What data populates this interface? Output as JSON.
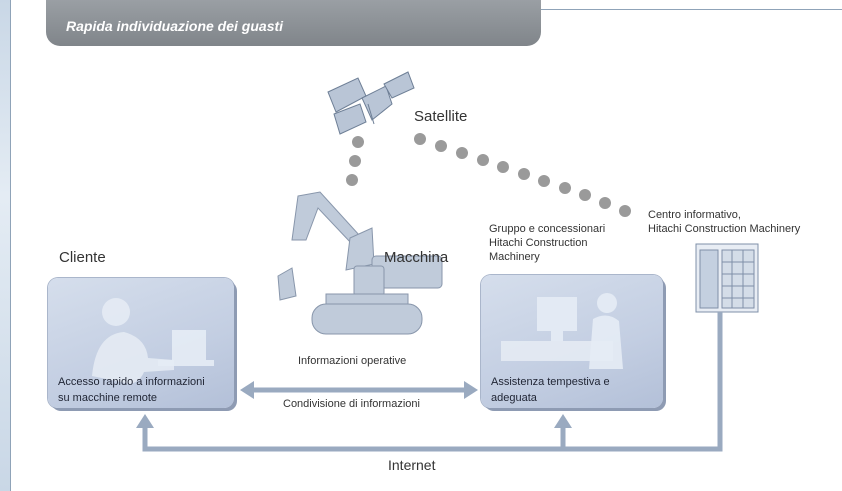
{
  "header": {
    "title": "Rapida individuazione dei guasti"
  },
  "nodes": {
    "satellite": "Satellite",
    "cliente": "Cliente",
    "macchina": "Macchina",
    "informazioni_operative": "Informazioni operative",
    "gruppo": [
      "Gruppo e concessionari",
      "Hitachi Construction",
      "Machinery"
    ],
    "centro": [
      "Centro informativo,",
      "Hitachi Construction Machinery"
    ]
  },
  "boxes": {
    "cliente_text": [
      "Accesso rapido a informazioni",
      "su macchine remote"
    ],
    "assistenza_text": [
      "Assistenza tempestiva e",
      "adeguata"
    ]
  },
  "links": {
    "condivisione": "Condivisione di informazioni",
    "internet": "Internet"
  },
  "colors": {
    "accent": "#9aaac0",
    "dots": "#9a9a9a",
    "header": "#8a8f94"
  }
}
